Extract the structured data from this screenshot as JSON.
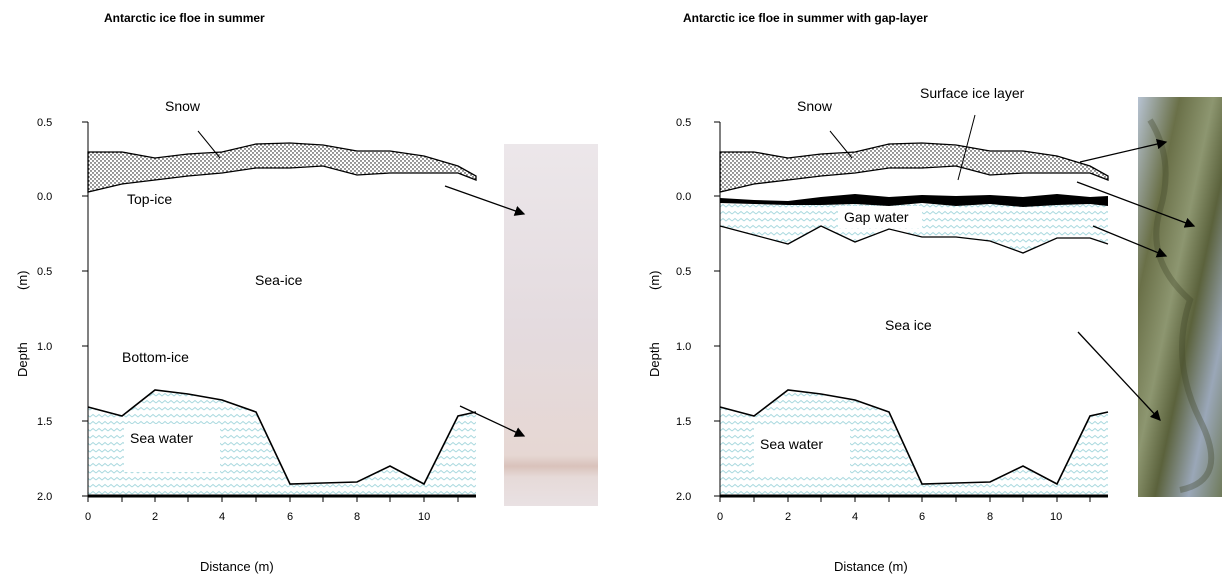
{
  "panels": [
    {
      "id": "left",
      "title": "Antarctic ice floe in summer",
      "xlabel": "Distance (m)",
      "ylabel": "Depth",
      "ylabel_unit": "(m)",
      "x_ticks": [
        "0",
        "2",
        "4",
        "6",
        "8",
        "10"
      ],
      "y_ticks": [
        "0.5",
        "0.0",
        "0.5",
        "1.0",
        "1.5",
        "2.0"
      ],
      "labels": {
        "snow": "Snow",
        "top_ice": "Top-ice",
        "sea_ice": "Sea-ice",
        "bottom_ice": "Bottom-ice",
        "sea_water": "Sea water"
      },
      "photo_description": "ice core photograph"
    },
    {
      "id": "right",
      "title": "Antarctic ice floe in summer with gap-layer",
      "xlabel": "Distance (m)",
      "ylabel": "Depth",
      "ylabel_unit": "(m)",
      "x_ticks": [
        "0",
        "2",
        "4",
        "6",
        "8",
        "10"
      ],
      "y_ticks": [
        "0.5",
        "0.0",
        "0.5",
        "1.0",
        "1.5",
        "2.0"
      ],
      "labels": {
        "snow": "Snow",
        "surface_ice": "Surface ice layer",
        "gap_water": "Gap water",
        "sea_ice": "Sea ice",
        "sea_water": "Sea water"
      },
      "photo_description": "ice core photograph with gap layer"
    }
  ],
  "colors": {
    "water_wave": "#a9d9df",
    "line": "#000000",
    "core_left": "#e4dbdf",
    "core_right_dark": "#6a7048",
    "core_right_light": "#b7c3d3"
  }
}
